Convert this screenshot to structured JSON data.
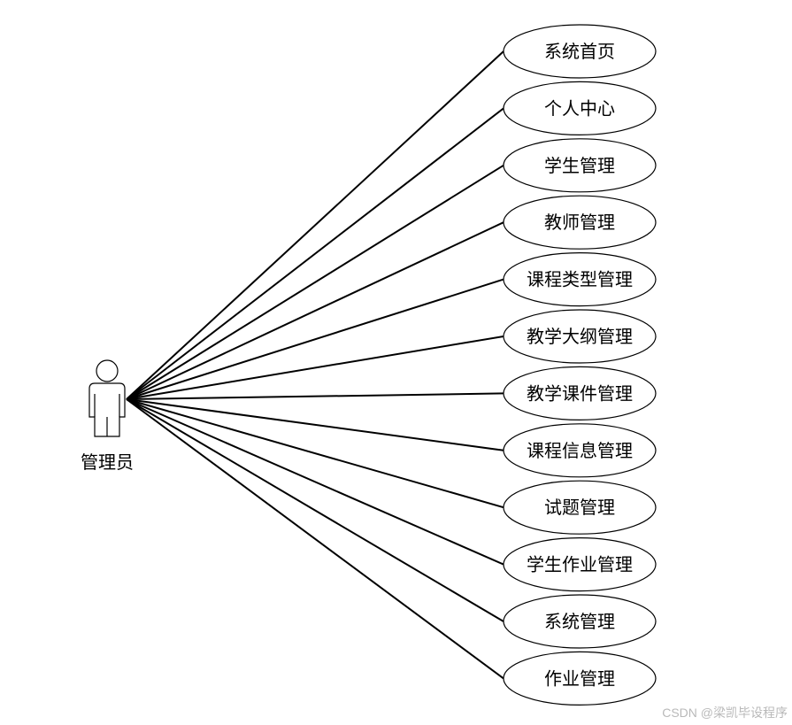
{
  "actor": {
    "label": "管理员"
  },
  "use_cases": [
    "系统首页",
    "个人中心",
    "学生管理",
    "教师管理",
    "课程类型管理",
    "教学大纲管理",
    "教学课件管理",
    "课程信息管理",
    "试题管理",
    "学生作业管理",
    "系统管理",
    "作业管理"
  ],
  "watermark": "CSDN @梁凯毕设程序"
}
